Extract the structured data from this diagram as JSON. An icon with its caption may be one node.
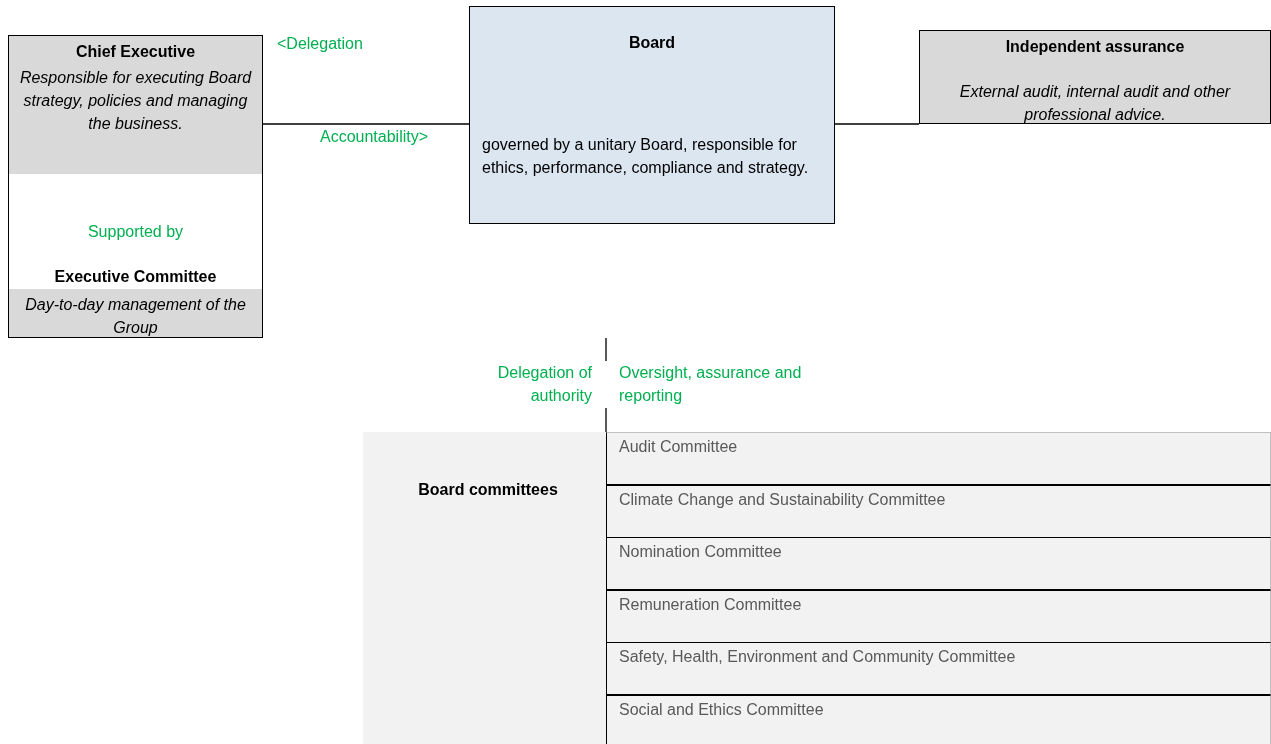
{
  "diagram": {
    "nodes": [
      {
        "text": [
          "Chief Executive",
          "Responsible for executing Board strategy, policies and managing the business.",
          "Supported by",
          "Executive Committee",
          "Day-to-day management of the Group"
        ]
      },
      {
        "text": [
          "Board",
          "governed by a unitary Board, responsible for ethics, performance, compliance and strategy."
        ]
      },
      {
        "text": [
          "Independent assurance",
          "External audit, internal audit and other professional advice."
        ]
      },
      {
        "text": [
          "Board committees"
        ]
      },
      {
        "text": [
          "Audit Committee"
        ],
        "in": 3
      },
      {
        "text": [
          "Climate Change and Sustainability Committee"
        ],
        "in": 3
      },
      {
        "text": [
          "Nomination Committee"
        ],
        "in": 3
      },
      {
        "text": [
          "Remuneration Committee"
        ],
        "in": 3
      },
      {
        "text": [
          "Safety, Health, Environment and Community Committee"
        ],
        "in": 3
      },
      {
        "text": [
          "Social and Ethics Committee"
        ],
        "in": 3
      }
    ],
    "edges": [
      {
        "from": 0,
        "to": 1,
        "arrow": "none"
      },
      {
        "from": 1,
        "to": 2,
        "arrow": "none"
      },
      {
        "from": null,
        "to": 3,
        "arrow": "none"
      }
    ],
    "labels": [
      "<Delegation",
      "Accountability>",
      "Delegation of authority",
      "Oversight, assurance and reporting"
    ]
  }
}
